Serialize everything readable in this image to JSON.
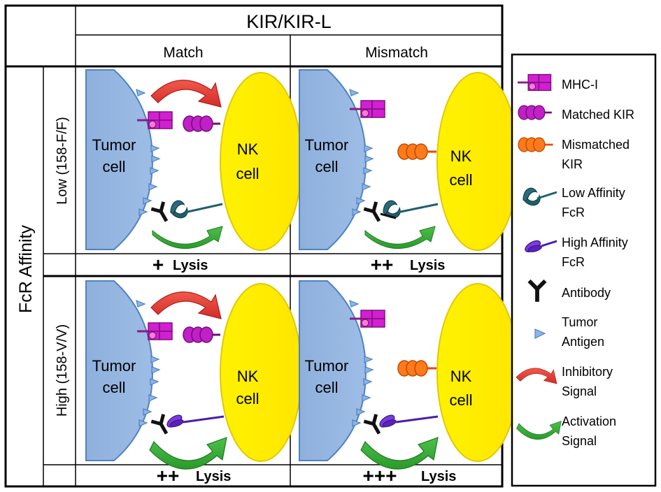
{
  "header": {
    "title": "KIR/KIR-L",
    "col_match": "Match",
    "col_mismatch": "Mismatch"
  },
  "rows": {
    "axis_label": "FcR Affinity",
    "low_label": "Low (158-F/F)",
    "high_label": "High (158-V/V)"
  },
  "cells": {
    "tumor_line1": "Tumor",
    "tumor_line2": "cell",
    "nk_line1": "NK",
    "nk_line2": "cell"
  },
  "results": {
    "low_match_sign": "+",
    "low_mismatch_sign": "++",
    "high_match_sign": "++",
    "high_mismatch_sign": "+++",
    "lysis": "Lysis"
  },
  "legend": {
    "items": [
      {
        "icon": "mhc-i-icon",
        "line1": "MHC-I",
        "line2": ""
      },
      {
        "icon": "matched-kir-icon",
        "line1": "Matched KIR",
        "line2": ""
      },
      {
        "icon": "mismatched-kir-icon",
        "line1": "Mismatched",
        "line2": "KIR"
      },
      {
        "icon": "low-affinity-fcr-icon",
        "line1": "Low Affinity",
        "line2": "FcR"
      },
      {
        "icon": "high-affinity-fcr-icon",
        "line1": "High Affinity",
        "line2": "FcR"
      },
      {
        "icon": "antibody-icon",
        "line1": "Antibody",
        "line2": ""
      },
      {
        "icon": "tumor-antigen-icon",
        "line1": "Tumor",
        "line2": "Antigen"
      },
      {
        "icon": "inhibitory-signal-icon",
        "line1": "Inhibitory",
        "line2": "Signal"
      },
      {
        "icon": "activation-signal-icon",
        "line1": "Activation",
        "line2": "Signal"
      }
    ]
  },
  "colors": {
    "tumor": "#94b6e0",
    "tumor_stroke": "#5b8ac6",
    "nk": "#ffee00",
    "nk_stroke": "#d8c000",
    "mhc": "#cc11cc",
    "matched_kir": "#c020c8",
    "mismatched_kir": "#ff7a1a",
    "low_fcr": "#1f5f6e",
    "high_fcr": "#6a2fd0",
    "inhibitory": "#e83b3b",
    "activation": "#3aa83a"
  }
}
